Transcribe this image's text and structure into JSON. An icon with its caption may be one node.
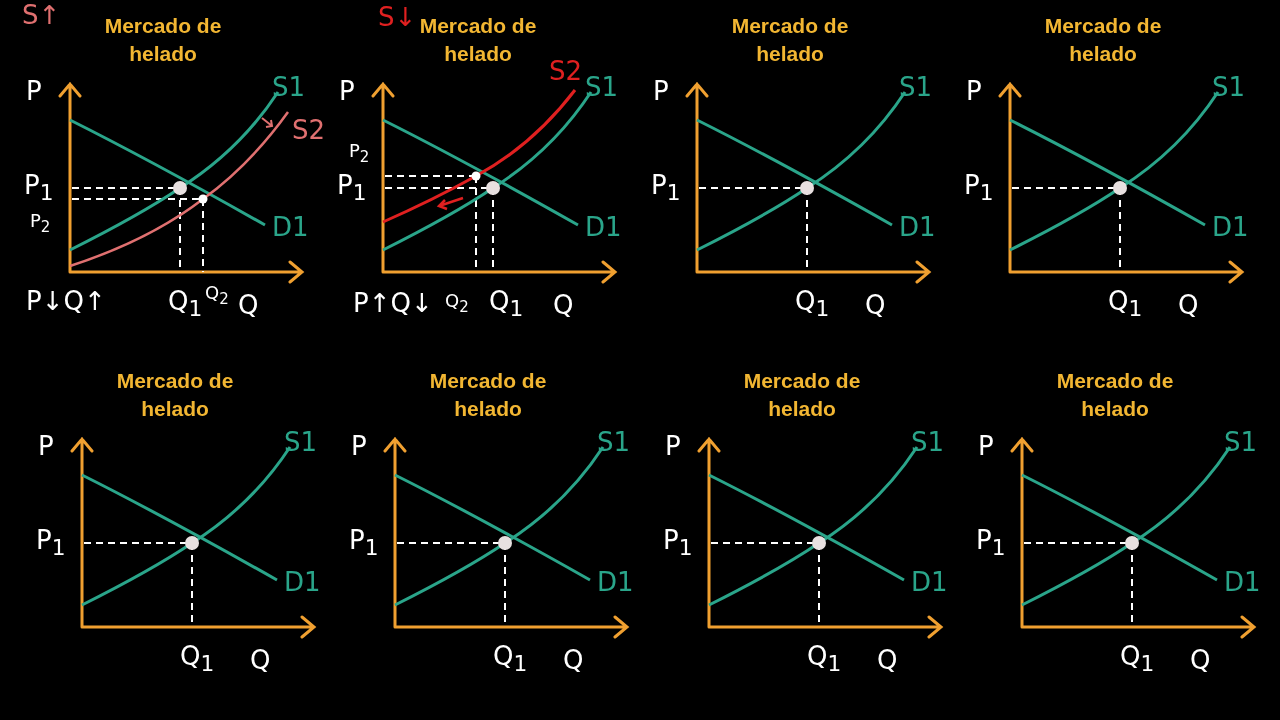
{
  "diagram": {
    "labels": [
      "S↑",
      "Mercado de helado",
      "P",
      "S1",
      "S2",
      "P$_{1}$",
      "P$_{2}$",
      "D1",
      "P↓Q↑",
      "Q$_{1}$",
      "Q$_{2}$",
      "Q",
      "S↓",
      "Mercado de helado",
      "S2",
      "P",
      "S1",
      "P$_{2}$",
      "P$_{1}$",
      "D1",
      "P↑Q↓",
      "Q$_{2}$",
      "Q$_{1}$",
      "Q",
      "Mercado de helado",
      "P",
      "S1",
      "P$_{1}$",
      "D1",
      "Q$_{1}$",
      "Q",
      "Mercado de helado",
      "P",
      "S1",
      "P$_{1}$",
      "D1",
      "Q$_{1}$",
      "Q",
      "Mercado de helado",
      "P",
      "S1",
      "P$_{1}$",
      "D1",
      "Q$_{1}$",
      "Q",
      "Mercado de helado",
      "P",
      "S1",
      "P$_{1}$",
      "D1",
      "Q$_{1}$",
      "Q",
      "Mercado de helado",
      "P",
      "S1",
      "P$_{1}$",
      "D1",
      "Q$_{1}$",
      "Q",
      "Mercado de helado",
      "P",
      "S1",
      "P$_{1}$",
      "D1",
      "Q$_{1}$",
      "Q"
    ]
  }
}
